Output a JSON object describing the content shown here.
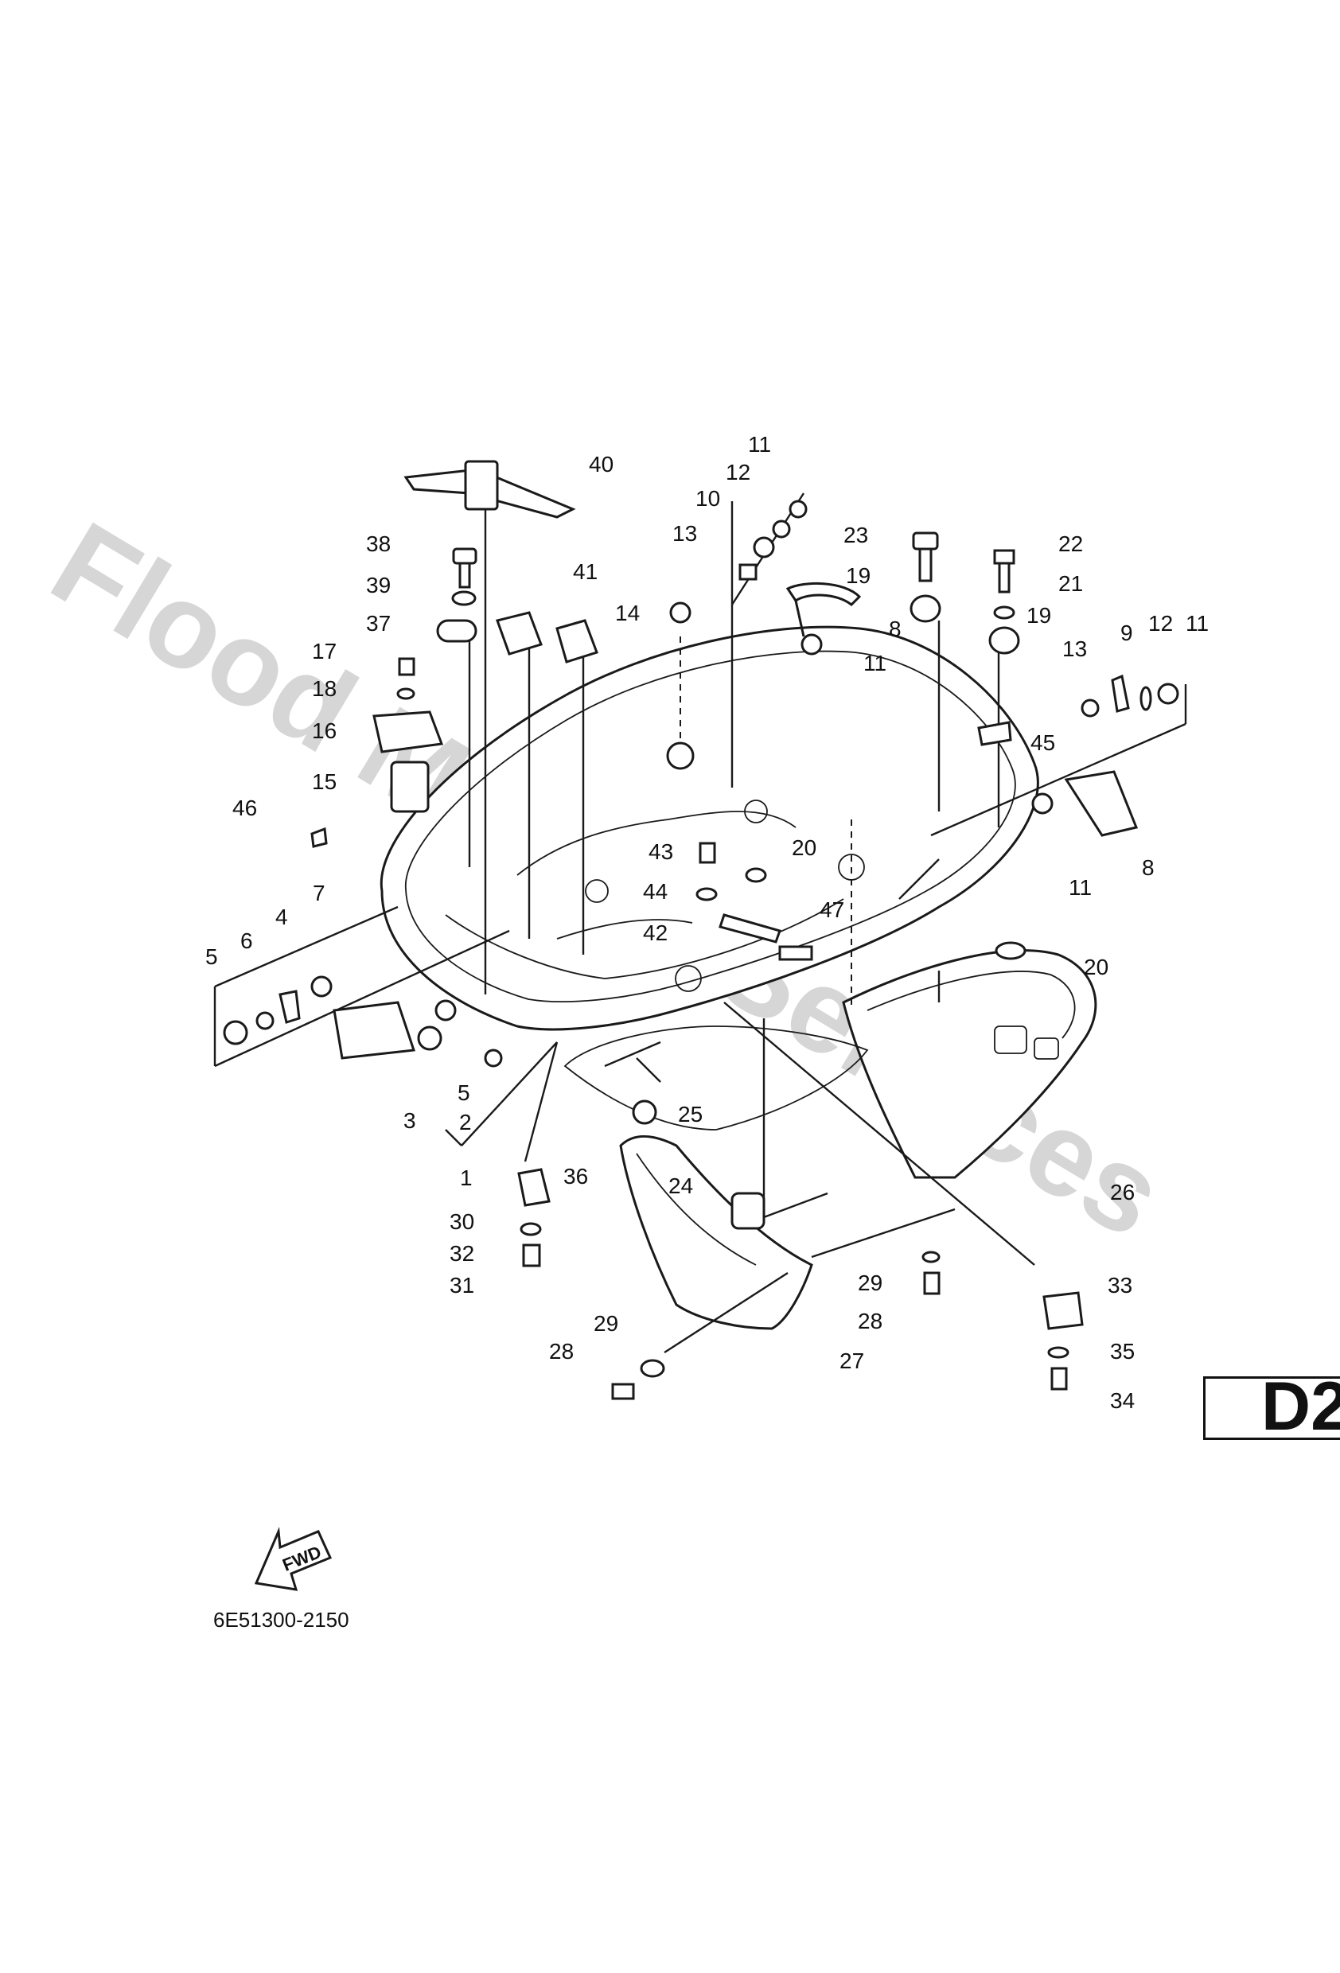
{
  "watermark": "Flood Marine Services",
  "diagram_code": "6E51300-2150",
  "fwd_label": "FWD",
  "page_code": "D2",
  "colors": {
    "ink": "#111111",
    "watermark": "#d6d6d6",
    "paper": "#ffffff"
  },
  "callouts": {
    "c1": "1",
    "c2": "2",
    "c3": "3",
    "c4": "4",
    "c5a": "5",
    "c5b": "5",
    "c6": "6",
    "c7": "7",
    "c8a": "8",
    "c8b": "8",
    "c9": "9",
    "c10": "10",
    "c11a": "11",
    "c11b": "11",
    "c11c": "11",
    "c11d": "11",
    "c12a": "12",
    "c12b": "12",
    "c13a": "13",
    "c13b": "13",
    "c14": "14",
    "c15": "15",
    "c16": "16",
    "c17": "17",
    "c18": "18",
    "c19a": "19",
    "c19b": "19",
    "c20a": "20",
    "c20b": "20",
    "c21": "21",
    "c22": "22",
    "c23": "23",
    "c24": "24",
    "c25": "25",
    "c26": "26",
    "c27": "27",
    "c28a": "28",
    "c28b": "28",
    "c29a": "29",
    "c29b": "29",
    "c30": "30",
    "c31": "31",
    "c32": "32",
    "c33": "33",
    "c34": "34",
    "c35": "35",
    "c36": "36",
    "c37": "37",
    "c38": "38",
    "c39": "39",
    "c40": "40",
    "c41": "41",
    "c42": "42",
    "c43": "43",
    "c44": "44",
    "c45": "45",
    "c46": "46",
    "c47": "47"
  }
}
